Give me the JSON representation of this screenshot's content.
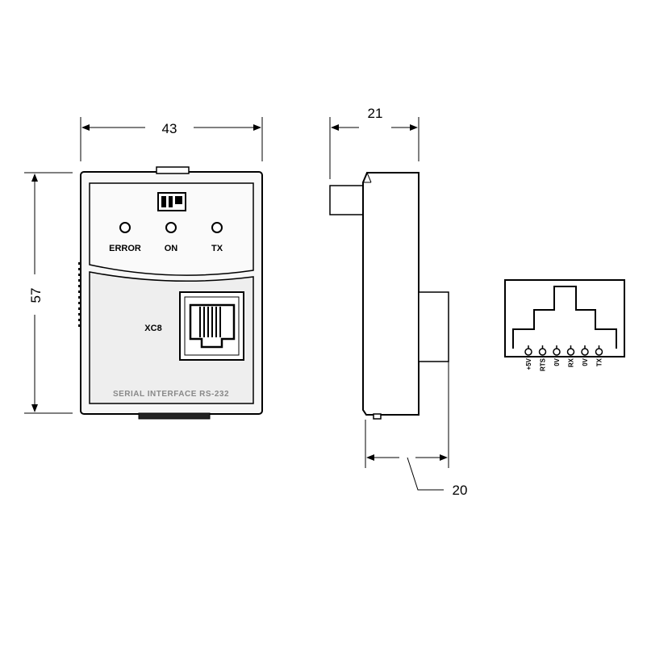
{
  "dimensions": {
    "front_width": "43",
    "front_height": "57",
    "side_depth": "21",
    "side_body_depth": "20"
  },
  "front_panel": {
    "led_labels": [
      "ERROR",
      "ON",
      "TX"
    ],
    "port_label": "XC8",
    "interface_label": "SERIAL INTERFACE RS-232"
  },
  "connector_pinout": {
    "pins": [
      "+5V",
      "RTS",
      "0V",
      "RX",
      "0V",
      "TX"
    ]
  },
  "colors": {
    "line": "#000000",
    "panel_fill": "#f7f7f7",
    "panel_upper": "#fafafa",
    "panel_lower": "#eeeeee",
    "grey_text": "#888888"
  }
}
